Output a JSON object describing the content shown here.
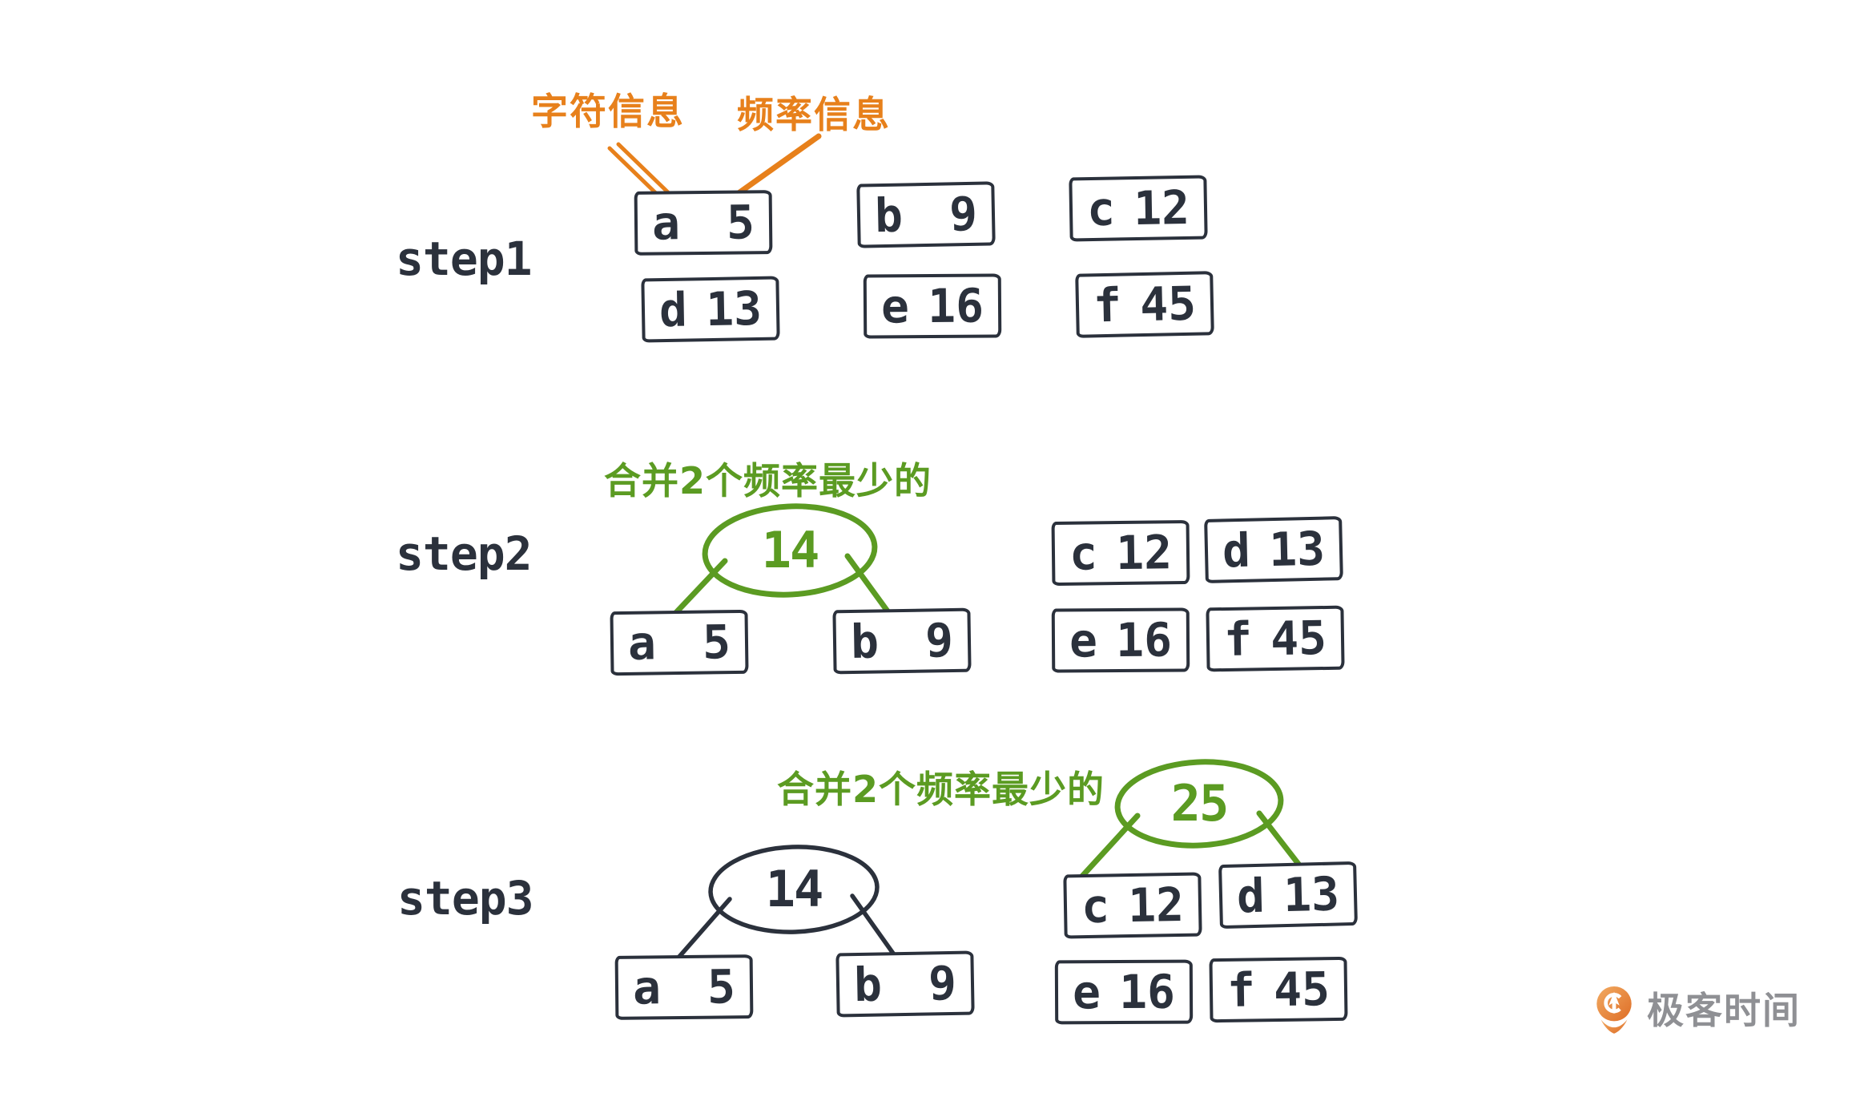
{
  "annotations": {
    "char_info_label": "字符信息",
    "freq_info_label": "频率信息"
  },
  "steps": [
    {
      "label": "step1",
      "nodes": [
        {
          "char": "a",
          "freq": "5"
        },
        {
          "char": "b",
          "freq": "9"
        },
        {
          "char": "c",
          "freq": "12"
        },
        {
          "char": "d",
          "freq": "13"
        },
        {
          "char": "e",
          "freq": "16"
        },
        {
          "char": "f",
          "freq": "45"
        }
      ]
    },
    {
      "label": "step2",
      "caption": "合并2个频率最少的",
      "merged_node": {
        "value": "14",
        "children": [
          "a",
          "b"
        ]
      },
      "nodes": [
        {
          "char": "a",
          "freq": "5"
        },
        {
          "char": "b",
          "freq": "9"
        },
        {
          "char": "c",
          "freq": "12"
        },
        {
          "char": "d",
          "freq": "13"
        },
        {
          "char": "e",
          "freq": "16"
        },
        {
          "char": "f",
          "freq": "45"
        }
      ]
    },
    {
      "label": "step3",
      "caption": "合并2个频率最少的",
      "prev_merged_node": {
        "value": "14",
        "children": [
          "a",
          "b"
        ]
      },
      "merged_node": {
        "value": "25",
        "children": [
          "c",
          "d"
        ]
      },
      "nodes": [
        {
          "char": "a",
          "freq": "5"
        },
        {
          "char": "b",
          "freq": "9"
        },
        {
          "char": "c",
          "freq": "12"
        },
        {
          "char": "d",
          "freq": "13"
        },
        {
          "char": "e",
          "freq": "16"
        },
        {
          "char": "f",
          "freq": "45"
        }
      ]
    }
  ],
  "logo": {
    "text": "极客时间"
  },
  "colors": {
    "ink": "#2b313c",
    "green": "#5b9b22",
    "orange": "#e7801b",
    "logo_text": "#8f9094",
    "logo_orange": "#e8823a"
  }
}
